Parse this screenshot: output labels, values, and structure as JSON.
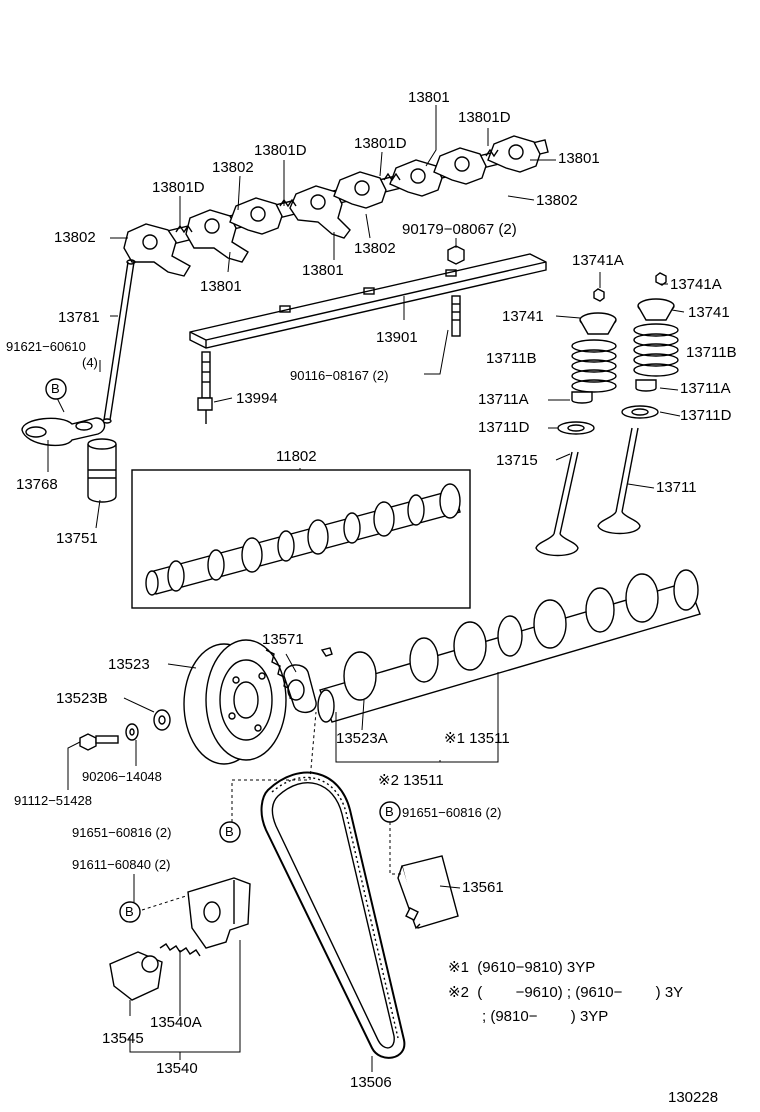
{
  "parts": {
    "p13801_a": "13801",
    "p13801D_a": "13801D",
    "p13801_b": "13801",
    "p13801D_b": "13801D",
    "p13801D_c": "13801D",
    "p13802_a": "13802",
    "p13801D_d": "13801D",
    "p13802_b": "13802",
    "p13802_c": "13802",
    "p13801_c": "13801",
    "p13801_d": "13801",
    "p13802_d": "13802",
    "p90179": "90179−08067 (2)",
    "p13741A_a": "13741A",
    "p13741A_b": "13741A",
    "p13781": "13781",
    "p13741_a": "13741",
    "p13741_b": "13741",
    "p13901": "13901",
    "p91621": "91621−60610",
    "p91621_qty": "(4)",
    "p13711B_a": "13711B",
    "p13711B_b": "13711B",
    "p90116": "90116−08167 (2)",
    "p13711A_a": "13711A",
    "p13711A_b": "13711A",
    "p13994": "13994",
    "p13711D_a": "13711D",
    "p13711D_b": "13711D",
    "p13768": "13768",
    "p13715": "13715",
    "p13711": "13711",
    "p11802": "11802",
    "p13751": "13751",
    "p13571": "13571",
    "p13523": "13523",
    "p13523B": "13523B",
    "p13523A": "13523A",
    "p13511_a": "※1 13511",
    "p13511_b": "※2 13511",
    "p90206": "90206−14048",
    "p91112": "91112−51428",
    "p91651_a": "91651−60816 (2)",
    "p91651_b": "91651−60816 (2)",
    "p91611": "91611−60840 (2)",
    "p13561": "13561",
    "p13545": "13545",
    "p13540A": "13540A",
    "p13540": "13540",
    "p13506": "13506",
    "b_marker": "B"
  },
  "notes": {
    "n1": "※1  (9610−9810) 3YP",
    "n2": "※2  (        −9610) ; (9610−        ) 3Y",
    "n3": "; (9810−        ) 3YP"
  },
  "figure_id": "130228"
}
